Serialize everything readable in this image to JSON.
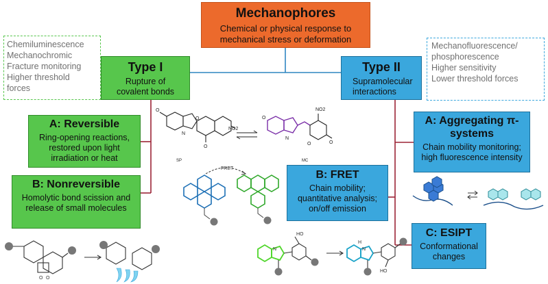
{
  "top": {
    "title": "Mechanophores",
    "subtitle": "Chemical or physical response to mechanical stress or deformation"
  },
  "type1": {
    "title": "Type I",
    "subtitle": "Rupture of covalent bonds",
    "features": [
      "Chemiluminescence",
      "Mechanochromic",
      "Fracture monitoring",
      "Higher threshold forces"
    ],
    "reversible": {
      "title": "A: Reversible",
      "text": "Ring-opening reactions, restored upon light irradiation or heat"
    },
    "nonreversible": {
      "title": "B: Nonreversible",
      "text": "Homolytic bond scission and release of small molecules"
    }
  },
  "type2": {
    "title": "Type II",
    "subtitle": "Supramolecular interactions",
    "features": [
      "Mechanofluorescence/ phosphorescence",
      "Higher sensitivity",
      "Lower threshold forces"
    ],
    "aggregating": {
      "title": "A: Aggregating π-systems",
      "text": "Chain mobility monitoring; high fluorescence intensity"
    },
    "fret": {
      "title": "B: FRET",
      "text": "Chain mobility; quantitative analysis; on/off emission"
    },
    "esipt": {
      "title": "C: ESIPT",
      "text": "Conformational changes"
    }
  },
  "molecule_labels": {
    "sp": "SP",
    "mc": "MC",
    "fret": "FRET",
    "no2": "NO2",
    "ho": "HO",
    "o": "O",
    "n": "N",
    "h": "H"
  },
  "colors": {
    "orange": "#ec6a2c",
    "green": "#57c64c",
    "blue": "#3aa7dd",
    "connector_blue": "#2e86c1",
    "connector_red": "#9b2335"
  }
}
